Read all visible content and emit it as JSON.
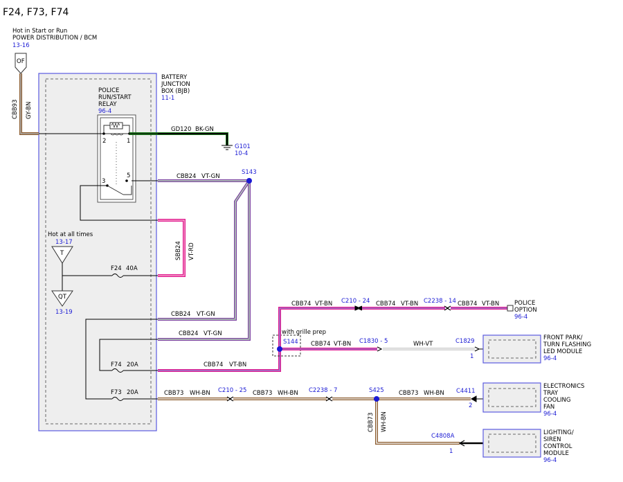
{
  "title": "F24, F73, F74",
  "source": {
    "line1": "Hot in Start or Run",
    "line2": "POWER DISTRIBUTION / BCM",
    "ref": "13-16",
    "connector": "OF",
    "circuit": "CBB93",
    "color": "GY-BN"
  },
  "bjb": {
    "line1": "BATTERY",
    "line2": "JUNCTION",
    "line3": "BOX (BJB)",
    "ref": "11-1"
  },
  "relay": {
    "line1": "POLICE",
    "line2": "RUN/START",
    "line3": "RELAY",
    "ref": "96-4",
    "pin1": "1",
    "pin2": "2",
    "pin3": "3",
    "pin5": "5"
  },
  "ground": {
    "circuit": "GD120",
    "color": "BK-GN",
    "name": "G101",
    "ref": "10-4"
  },
  "hot_at_all_times": {
    "label": "Hot at all times",
    "ref_top": "13-17",
    "top_connector": "T",
    "bottom_connector": "QT",
    "ref_bottom": "13-19"
  },
  "fuses": {
    "f24": {
      "name": "F24",
      "rating": "40A"
    },
    "f74": {
      "name": "F74",
      "rating": "20A"
    },
    "f73": {
      "name": "F73",
      "rating": "20A"
    }
  },
  "wires": {
    "cbb24_top": {
      "circuit": "CBB24",
      "color": "VT-GN"
    },
    "sbb24": {
      "circuit": "SBB24",
      "color": "VT-RD"
    },
    "cbb24_mid": {
      "circuit": "CBB24",
      "color": "VT-GN"
    },
    "cbb24_low": {
      "circuit": "CBB24",
      "color": "VT-GN"
    },
    "cbb74_main": {
      "circuit": "CBB74",
      "color": "VT-BN"
    },
    "cbb74_top1": {
      "circuit": "CBB74",
      "color": "VT-BN"
    },
    "cbb74_top2": {
      "circuit": "CBB74",
      "color": "VT-BN"
    },
    "cbb74_top3": {
      "circuit": "CBB74",
      "color": "VT-BN"
    },
    "cbb74_mid": {
      "circuit": "CBB74",
      "color": "VT-BN"
    },
    "whvt": {
      "color": "WH-VT"
    },
    "cbb73_1": {
      "circuit": "CBB73",
      "color": "WH-BN"
    },
    "cbb73_2": {
      "circuit": "CBB73",
      "color": "WH-BN"
    },
    "cbb73_3": {
      "circuit": "CBB73",
      "color": "WH-BN"
    },
    "cbb73_vert": {
      "circuit": "CBB73",
      "color": "WH-BN"
    }
  },
  "splices": {
    "s143": "S143",
    "s144": "S144",
    "s425": "S425",
    "grille_note": "with grille prep"
  },
  "connectors": {
    "c210_24": "C210 - 24",
    "c2238_14": "C2238 - 14",
    "c1830_5": "C1830 - 5",
    "c1829": "C1829",
    "c1829_pin": "1",
    "c210_25": "C210 - 25",
    "c2238_7": "C2238 - 7",
    "c4411": "C4411",
    "c4411_pin": "2",
    "c4808a": "C4808A",
    "c4808a_pin": "1"
  },
  "components": {
    "police_option": {
      "line1": "POLICE",
      "line2": "OPTION",
      "ref": "96-4"
    },
    "front_park": {
      "line1": "FRONT PARK/",
      "line2": "TURN FLASHING",
      "line3": "LED MODULE",
      "ref": "96-4"
    },
    "cooling_fan": {
      "line1": "ELECTRONICS",
      "line2": "TRAY",
      "line3": "COOLING",
      "line4": "FAN",
      "ref": "96-4"
    },
    "siren": {
      "line1": "LIGHTING/",
      "line2": "SIREN",
      "line3": "CONTROL",
      "line4": "MODULE",
      "ref": "96-4"
    }
  }
}
